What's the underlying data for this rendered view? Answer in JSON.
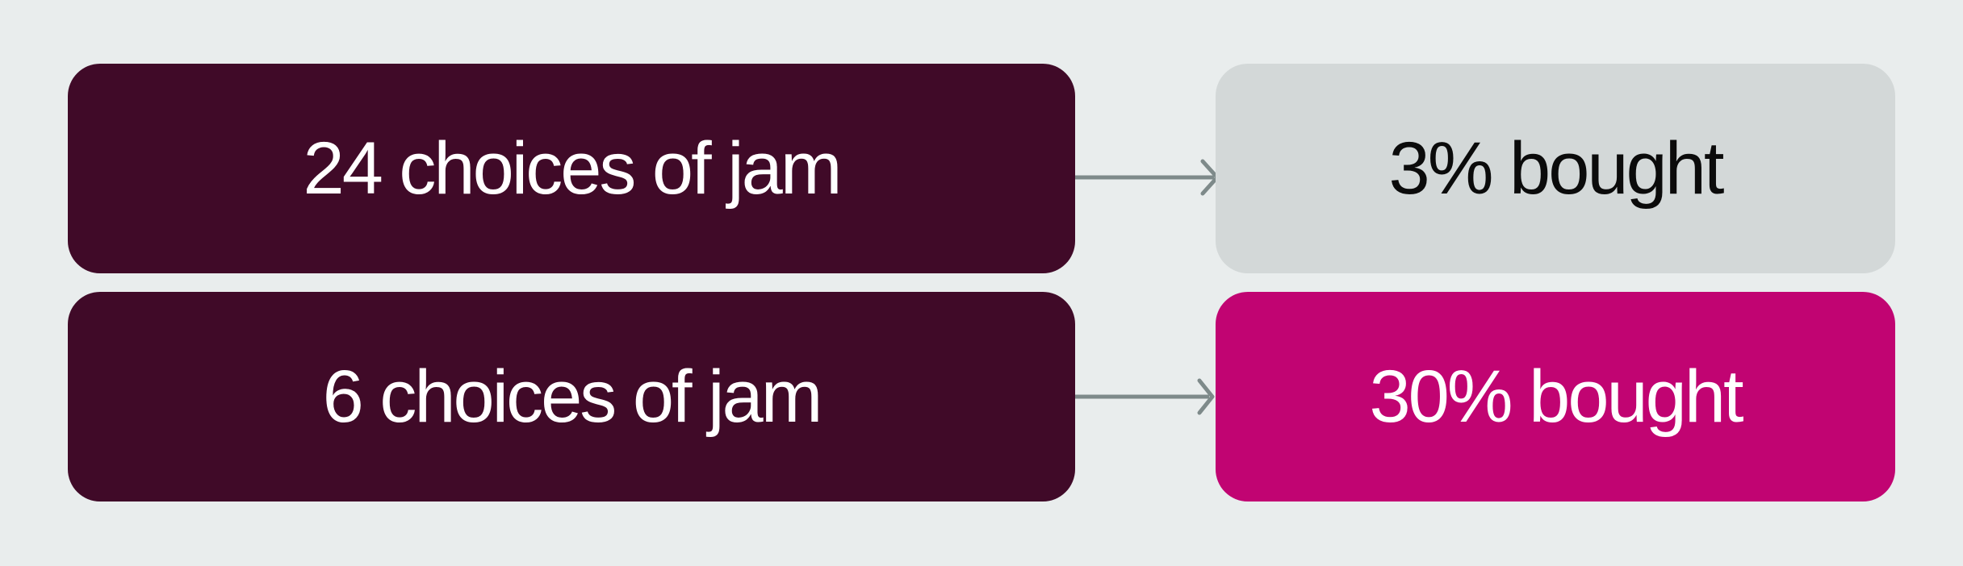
{
  "rows": [
    {
      "condition": "24 choices of jam",
      "result": "3% bought",
      "purchase_rate_percent": 3
    },
    {
      "condition": "6 choices of jam",
      "result": "30% bought",
      "purchase_rate_percent": 30
    }
  ],
  "colors": {
    "background": "#e9eded",
    "condition_box": "#400a28",
    "result_low_box": "#d3d8d8",
    "result_high_box": "#c10472",
    "arrow": "#7e8a8a"
  }
}
